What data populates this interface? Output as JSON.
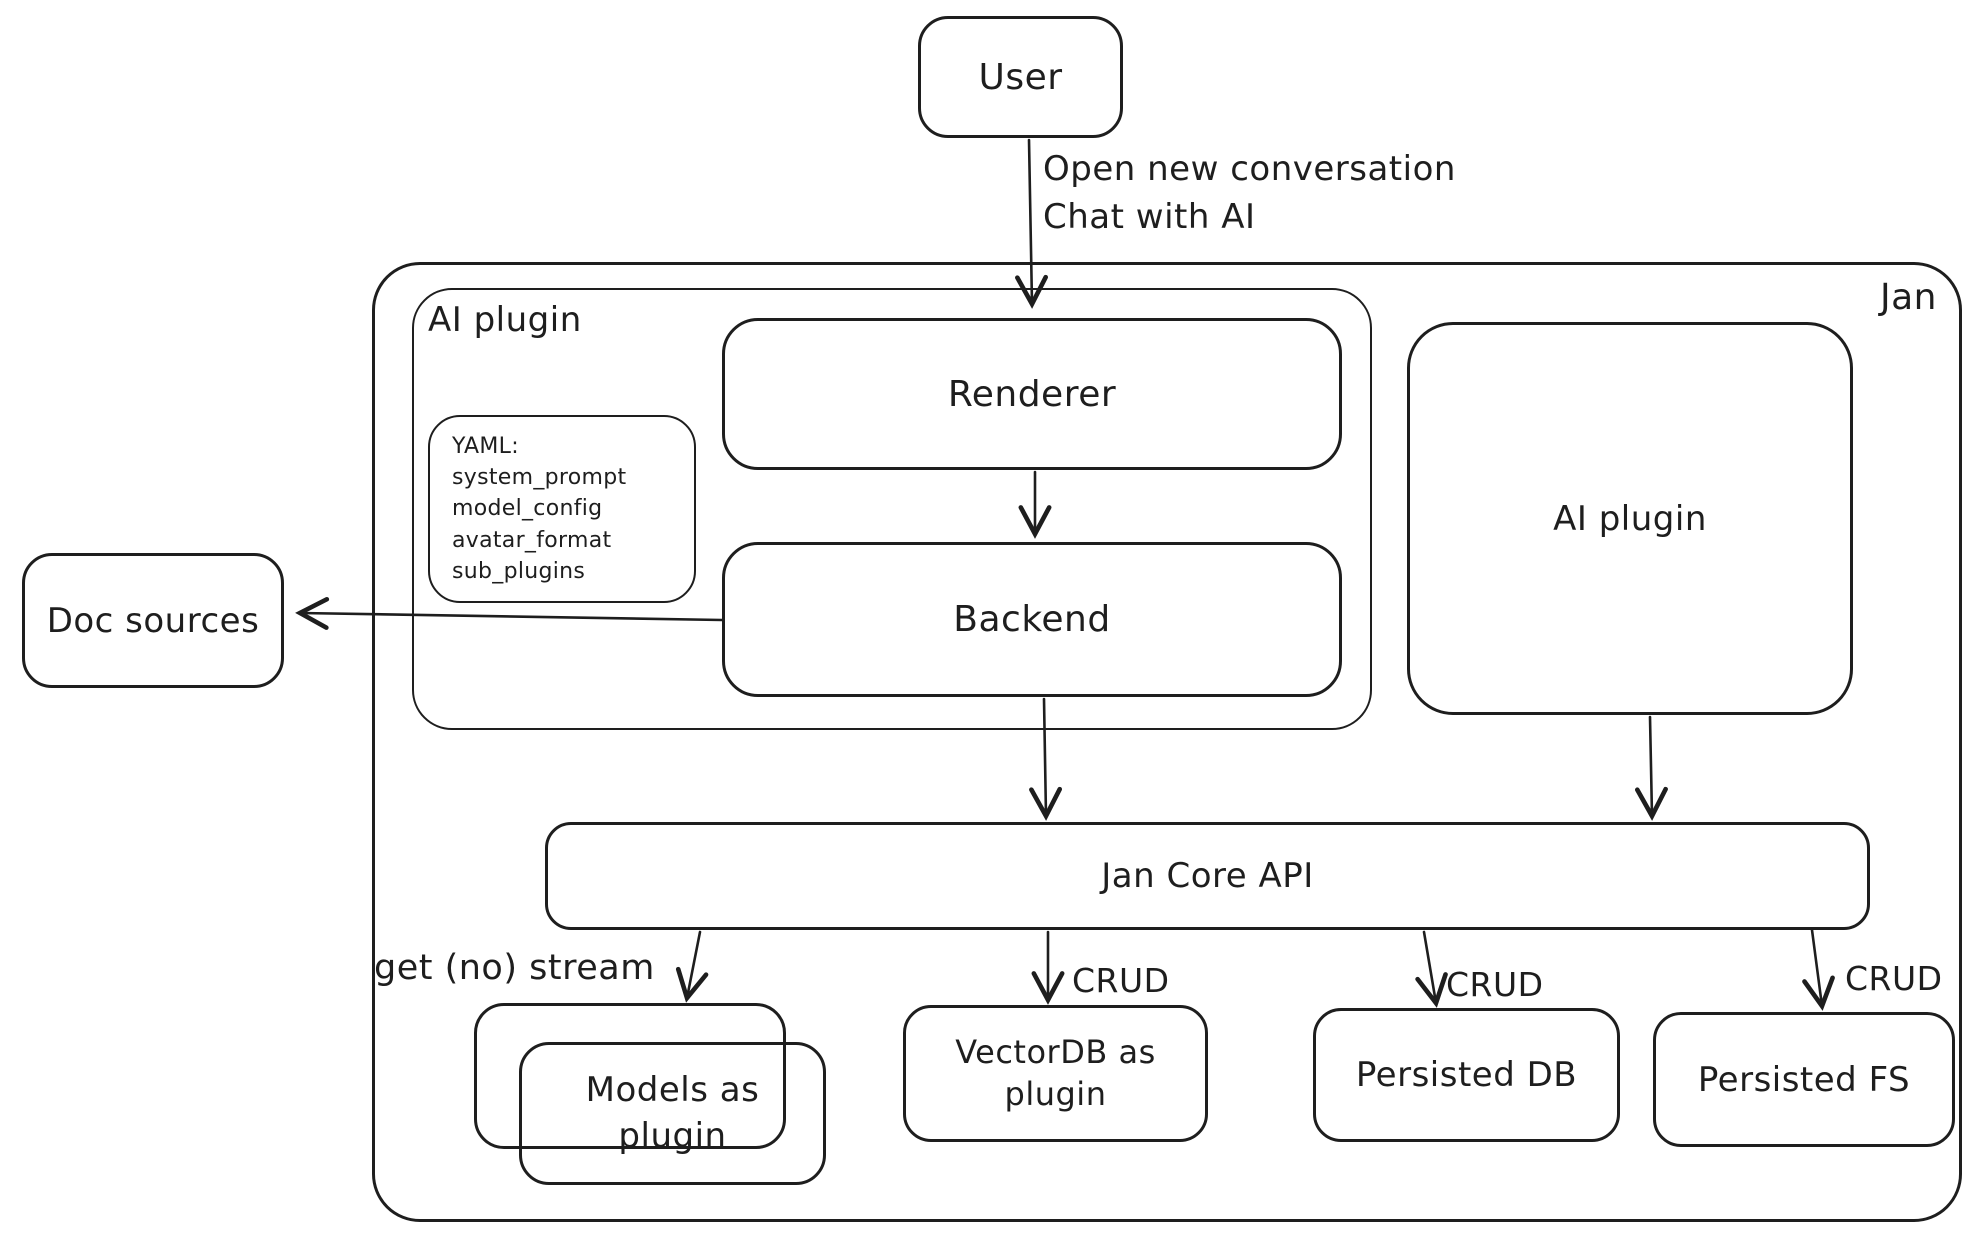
{
  "diagram": {
    "colors": {
      "stroke": "#1e1e1e",
      "background": "#ffffff"
    },
    "nodes": {
      "user": {
        "label": "User"
      },
      "jan": {
        "label": "Jan"
      },
      "ai_plugin_group": {
        "label": "AI plugin"
      },
      "renderer": {
        "label": "Renderer"
      },
      "yaml_note": {
        "lines": [
          "YAML:",
          "system_prompt",
          "model_config",
          "avatar_format",
          "sub_plugins"
        ]
      },
      "backend": {
        "label": "Backend"
      },
      "ai_plugin_right": {
        "label": "AI plugin"
      },
      "doc_sources": {
        "label": "Doc sources"
      },
      "jan_core_api": {
        "label": "Jan Core API"
      },
      "models_plugin": {
        "label": "Models as\nplugin"
      },
      "vectordb_plugin": {
        "label": "VectorDB as\nplugin"
      },
      "persisted_db": {
        "label": "Persisted DB"
      },
      "persisted_fs": {
        "label": "Persisted FS"
      }
    },
    "edges": {
      "user_to_renderer": {
        "label": "Open new conversation\nChat with AI"
      },
      "renderer_to_backend": {
        "label": ""
      },
      "backend_to_doc_sources": {
        "label": ""
      },
      "backend_to_jan_core": {
        "label": ""
      },
      "ai_plugin_to_jan_core": {
        "label": ""
      },
      "jan_core_to_models": {
        "label": "get (no) stream"
      },
      "jan_core_to_vectordb": {
        "label": "CRUD"
      },
      "jan_core_to_persisted_db": {
        "label": "CRUD"
      },
      "jan_core_to_persisted_fs": {
        "label": "CRUD"
      }
    }
  }
}
